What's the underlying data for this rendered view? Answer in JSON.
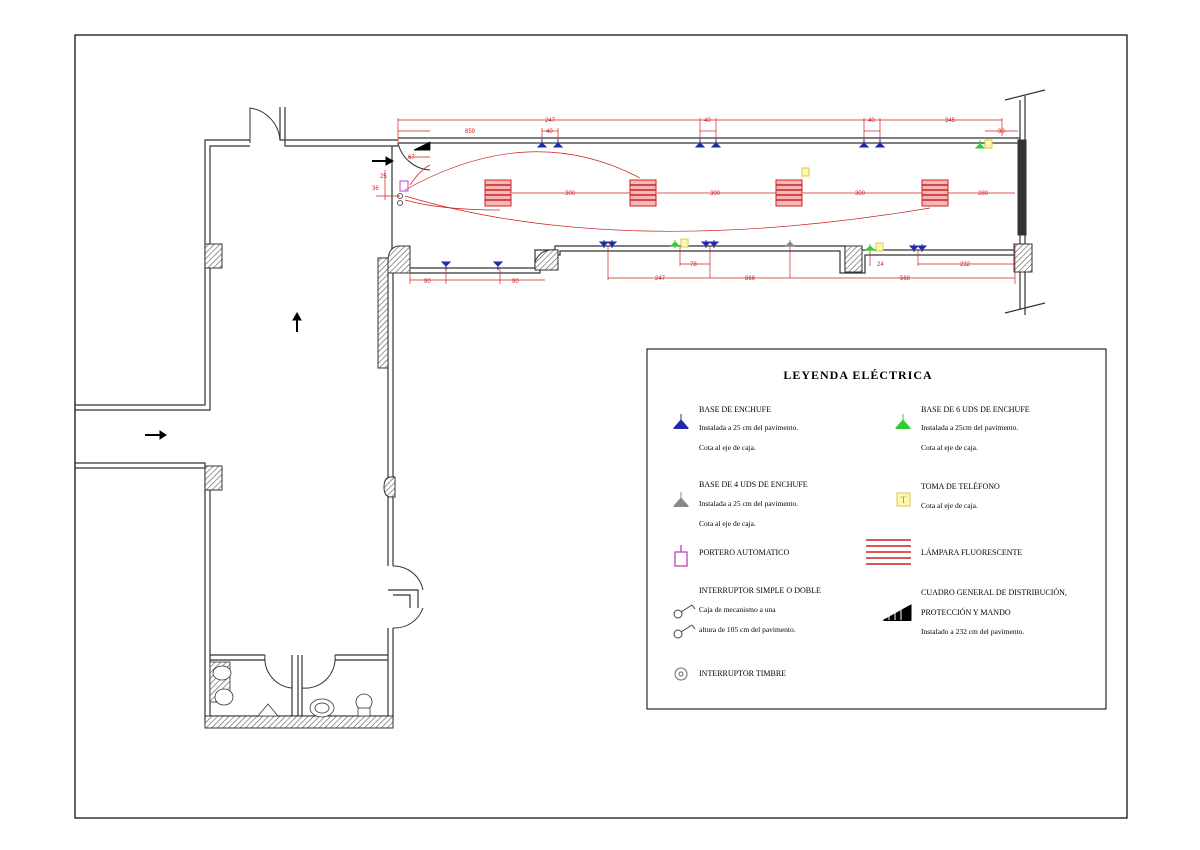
{
  "plan": {
    "dimensions": {
      "top_row": [
        "247",
        "859",
        "40",
        "67",
        "40",
        "40",
        "345",
        "90"
      ],
      "lamp_row": [
        "300",
        "300",
        "300",
        "280"
      ],
      "bottom_row": [
        "90",
        "90",
        "78",
        "24",
        "232",
        "247",
        "866",
        "568"
      ],
      "side": [
        "25",
        "36"
      ]
    }
  },
  "legend": {
    "title": "LEYENDA ELÉCTRICA",
    "items": {
      "base_enchufe": {
        "title": "BASE DE ENCHUFE",
        "line1": "Instalada a 25 cm del pavimento.",
        "line2": "Cota al eje de caja."
      },
      "base_6": {
        "title": "BASE DE 6 UDS DE ENCHUFE",
        "line1": "Instalada a 25cm del pavimento.",
        "line2": "Cota al eje de caja."
      },
      "base_4": {
        "title": "BASE DE 4 UDS DE ENCHUFE",
        "line1": "Instalada a 25 cm del pavimento.",
        "line2": "Cota al eje de caja."
      },
      "telefono": {
        "title": "TOMA DE TELÉFONO",
        "line1": "Cota al eje de caja.",
        "symbol": "T"
      },
      "portero": {
        "title": "PORTERO AUTOMATICO"
      },
      "lampara": {
        "title": "LÁMPARA FLUORESCENTE"
      },
      "interruptor": {
        "title": "INTERRUPTOR SIMPLE O DOBLE",
        "line1": "Caja de mecanismo a una",
        "line2": "altura  de 105 cm del pavimento."
      },
      "cuadro": {
        "title1": "CUADRO GENERAL DE DISTRIBUCIÓN,",
        "title2": "PROTECCIÓN Y MANDO",
        "line1": "Instalado a 232 cm del pavimento."
      },
      "timbre": {
        "title": "INTERRUPTOR TIMBRE"
      }
    }
  },
  "colors": {
    "wall": "#333333",
    "electric": "#cc2222",
    "outlet": "#1f2aa8",
    "outlet6": "#33cc33",
    "outlet4": "#888888",
    "phone": "#d8c84a",
    "intercom": "#c040c0"
  },
  "icons": [
    "entry-arrow-icon",
    "base-enchufe-icon",
    "base-6-icon",
    "base-4-icon",
    "telefono-icon",
    "portero-icon",
    "lampara-icon",
    "interruptor-icon",
    "cuadro-icon",
    "timbre-icon"
  ]
}
